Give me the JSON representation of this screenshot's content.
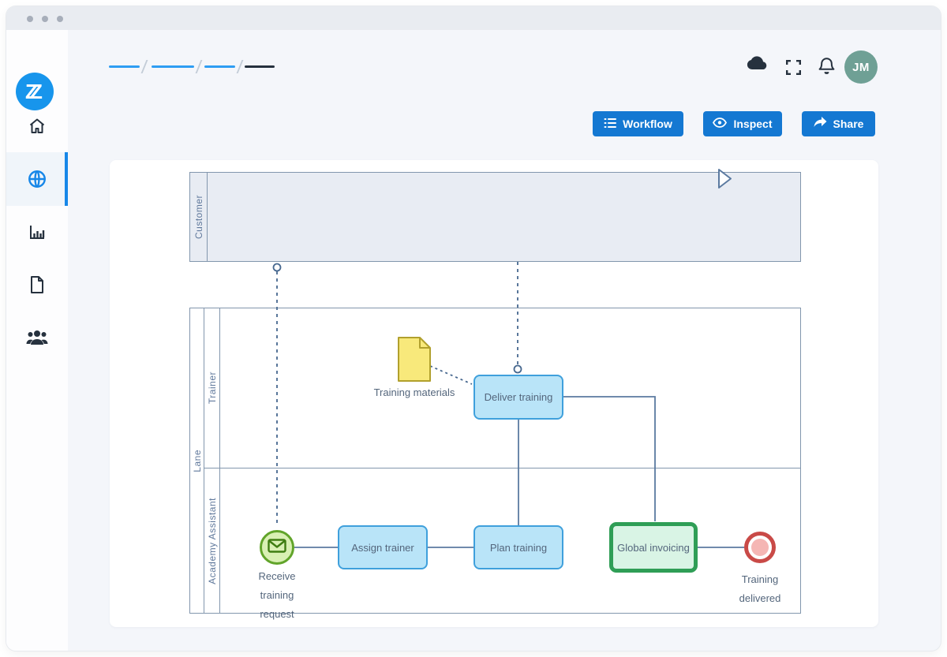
{
  "window": {
    "control_dots": 3
  },
  "brand": {
    "initial": "Z"
  },
  "breadcrumb": {
    "note": "redacted placeholder segments",
    "segments": [
      {
        "color": "#2e9df3"
      },
      {
        "color": "#2e9df3"
      },
      {
        "color": "#2e9df3"
      },
      {
        "color": "#26313e"
      }
    ]
  },
  "header": {
    "icons": [
      "cloud-icon",
      "expand-icon",
      "bell-icon"
    ],
    "avatar_initials": "JM"
  },
  "toolbar": {
    "buttons": [
      {
        "label": "Workflow",
        "icon": "list-icon"
      },
      {
        "label": "Inspect",
        "icon": "eye-icon"
      },
      {
        "label": "Share",
        "icon": "share-arrow-icon"
      }
    ],
    "accent": "#1478d2"
  },
  "sidebar": {
    "items": [
      {
        "name": "home",
        "icon": "home-icon",
        "active": false
      },
      {
        "name": "processes",
        "icon": "globe-icon",
        "active": true
      },
      {
        "name": "reports",
        "icon": "bar-chart-icon",
        "active": false
      },
      {
        "name": "documents",
        "icon": "document-icon",
        "active": false
      },
      {
        "name": "users",
        "icon": "people-icon",
        "active": false
      }
    ]
  },
  "diagram": {
    "type": "bpmn-process",
    "pools": [
      {
        "label": "Customer"
      },
      {
        "label": "Lane",
        "lanes": [
          {
            "label": "Trainer"
          },
          {
            "label": "Academy Assistant"
          }
        ]
      }
    ],
    "nodes": {
      "training_materials": {
        "label": "Training materials",
        "type": "data-object"
      },
      "deliver_training": {
        "label": "Deliver training",
        "type": "task",
        "lane": "Trainer"
      },
      "receive_request": {
        "label": "Receive training request",
        "type": "start-message-event",
        "lane": "Academy Assistant"
      },
      "assign_trainer": {
        "label": "Assign trainer",
        "type": "task",
        "lane": "Academy Assistant"
      },
      "plan_training": {
        "label": "Plan training",
        "type": "task",
        "lane": "Academy Assistant"
      },
      "global_invoicing": {
        "label": "Global invoicing",
        "type": "task-highlighted",
        "lane": "Academy Assistant"
      },
      "training_delivered": {
        "label": "Training delivered",
        "type": "end-event",
        "lane": "Academy Assistant"
      }
    },
    "colors": {
      "task_fill": "#b9e4f8",
      "task_border": "#3fa0dc",
      "highlight_fill": "#d9f4e5",
      "highlight_border": "#2f9e56",
      "start_fill": "#d9f0b4",
      "start_border": "#61a42a",
      "end_ring": "#c94a47",
      "end_fill": "#f5b6b4",
      "doc_fill": "#f8e97b",
      "doc_border": "#b1a02d",
      "pool_border": "#8296ad",
      "pool_fill": "#e8ecf3",
      "connector": "#5b7aa0",
      "message_flow": "#47688f",
      "text": "#54667c"
    }
  }
}
